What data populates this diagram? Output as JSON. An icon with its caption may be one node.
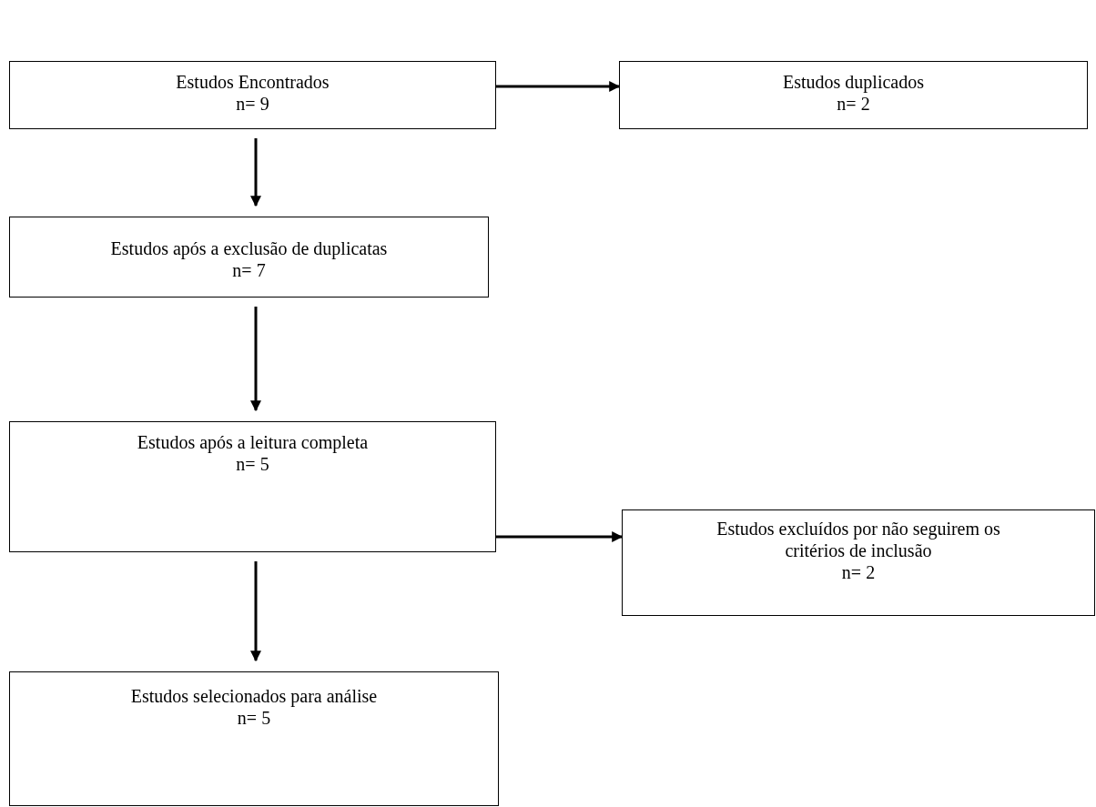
{
  "diagram": {
    "nodes": [
      {
        "text": [
          "Estudos Encontrados",
          "n= 9"
        ]
      },
      {
        "text": [
          "Estudos duplicados",
          "n= 2"
        ]
      },
      {
        "text": [
          "Estudos após a exclusão de duplicatas",
          "n= 7"
        ]
      },
      {
        "text": [
          "Estudos após a leitura completa",
          "n= 5"
        ]
      },
      {
        "text": [
          "Estudos excluídos por não seguirem os critérios de inclusão",
          "n= 2"
        ]
      },
      {
        "text": [
          "Estudos selecionados para análise",
          "n= 5"
        ]
      }
    ],
    "edges": [
      {
        "from": 0,
        "to": 1,
        "arrow": "to"
      },
      {
        "from": 0,
        "to": 2,
        "arrow": "to"
      },
      {
        "from": 2,
        "to": 3,
        "arrow": "to"
      },
      {
        "from": 3,
        "to": 4,
        "arrow": "to"
      },
      {
        "from": 3,
        "to": 5,
        "arrow": "to"
      }
    ]
  }
}
